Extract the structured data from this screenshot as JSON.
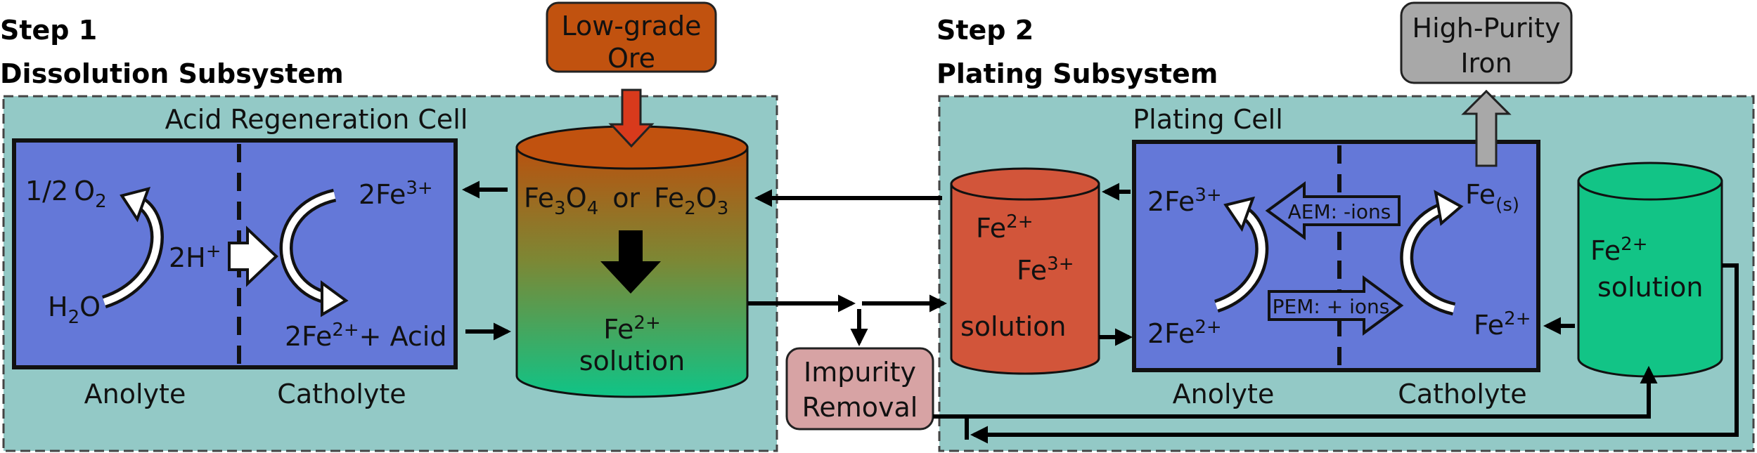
{
  "step1": {
    "step": "Step 1",
    "title": "Dissolution Subsystem"
  },
  "step2": {
    "step": "Step 2",
    "title": "Plating Subsystem"
  },
  "inputs": {
    "ore_line1": "Low-grade",
    "ore_line2": "Ore"
  },
  "outputs": {
    "iron_line1": "High-Purity",
    "iron_line2": "Iron"
  },
  "acid_cell": {
    "title": "Acid Regeneration Cell",
    "half_o2": "1/2",
    "o2": "O",
    "o2_sub": "2",
    "h2o_h": "H",
    "h2o_sub": "2",
    "h2o_o": "O",
    "proton": "2H",
    "proton_sup": "+",
    "fe3": "2Fe",
    "fe3_sup": "3+",
    "fe2": "2Fe",
    "fe2_sup": "2+",
    "acid": "+ Acid",
    "anolyte": "Anolyte",
    "catholyte": "Catholyte"
  },
  "dissolution_tank": {
    "fe": "Fe",
    "s3": "3",
    "o": "O",
    "s4": "4",
    "or": "or",
    "fe_b": "Fe",
    "s2": "2",
    "o_b": "O",
    "s3b": "3",
    "product": "Fe",
    "product_sup": "2+",
    "solution": "solution"
  },
  "impurity": {
    "line1": "Impurity",
    "line2": "Removal"
  },
  "mixed_tank": {
    "fe2": "Fe",
    "fe2_sup": "2+",
    "fe3": "Fe",
    "fe3_sup": "3+",
    "solution": "solution"
  },
  "plating_cell": {
    "title": "Plating Cell",
    "fe3": "2Fe",
    "fe3_sup": "3+",
    "fe2": "2Fe",
    "fe2_sup": "2+",
    "fe_s": "Fe",
    "fe_s_sub": "(s)",
    "fe2_cath": "Fe",
    "fe2_cath_sup": "2+",
    "aem": "AEM: -ions",
    "pem": "PEM: + ions",
    "anolyte": "Anolyte",
    "catholyte": "Catholyte"
  },
  "fe2_tank": {
    "fe": "Fe",
    "sup": "2+",
    "solution": "solution"
  },
  "colors": {
    "subsystem_bg": "#93c9c6",
    "cell_blue": "#6478d8",
    "ore_orange": "#c1520f",
    "tank_red": "#d2553a",
    "tank_green": "#12c486",
    "impurity_pink": "#d7a3a4",
    "iron_gray": "#a8a8a8"
  }
}
